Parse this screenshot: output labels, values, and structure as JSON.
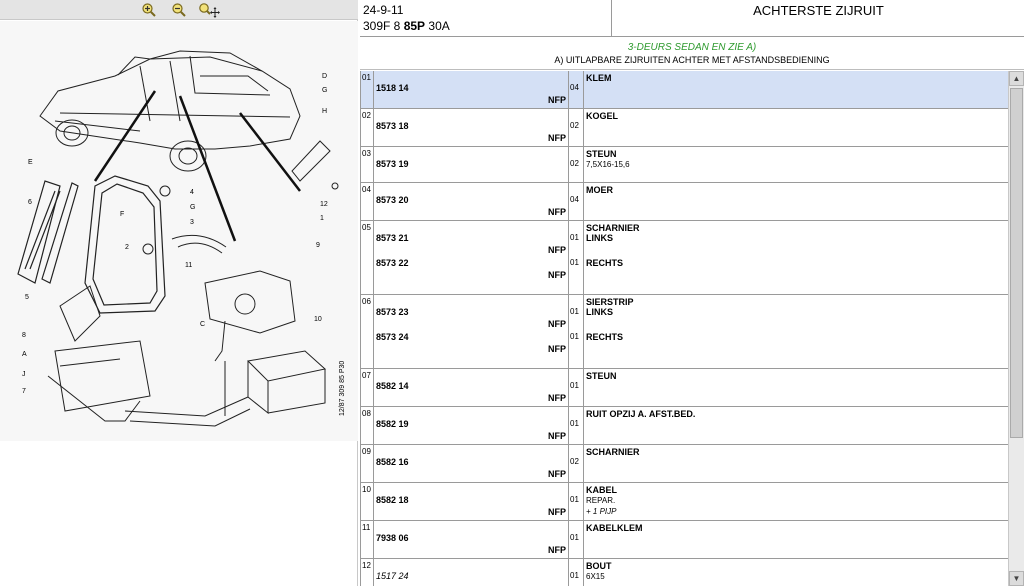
{
  "toolbar": {
    "zoom_in_icon": "zoom-in-icon",
    "zoom_out_icon": "zoom-out-icon",
    "zoom_pan_icon": "zoom-pan-icon"
  },
  "diagram": {
    "callouts": [
      "D",
      "G",
      "H",
      "E",
      "6",
      "F",
      "4",
      "G",
      "3",
      "2",
      "9",
      "11",
      "1",
      "12",
      "5",
      "C",
      "10",
      "8",
      "A",
      "J",
      "7"
    ],
    "stamp": "12/87 309 85 P30"
  },
  "header": {
    "date": "24-9-11",
    "code_prefix": "309F 8 ",
    "code_bold": "85P",
    "code_suffix": " 30A",
    "title": "ACHTERSTE ZIJRUIT"
  },
  "subtitle": {
    "group": "3-DEURS SEDAN EN ZIE A)",
    "description": "A) UITLAPBARE ZIJRUITEN ACHTER MET AFSTANDSBEDIENING"
  },
  "rows": [
    {
      "index": "01",
      "parts": [
        {
          "number": "1518 14",
          "nfp": "NFP",
          "qty": "04"
        }
      ],
      "desc_title": "KLEM",
      "desc_lines": []
    },
    {
      "index": "02",
      "parts": [
        {
          "number": "8573 18",
          "nfp": "NFP",
          "qty": "02"
        }
      ],
      "desc_title": "KOGEL",
      "desc_lines": []
    },
    {
      "index": "03",
      "parts": [
        {
          "number": "8573 19",
          "nfp": "",
          "qty": "02"
        }
      ],
      "desc_title": "STEUN",
      "desc_lines": [
        "7,5X16-15,6"
      ]
    },
    {
      "index": "04",
      "parts": [
        {
          "number": "8573 20",
          "nfp": "NFP",
          "qty": "04"
        }
      ],
      "desc_title": "MOER",
      "desc_lines": []
    },
    {
      "index": "05",
      "parts": [
        {
          "number": "8573 21",
          "nfp": "NFP",
          "qty": "01"
        },
        {
          "number": "8573 22",
          "nfp": "NFP",
          "qty": "01"
        }
      ],
      "desc_title": "SCHARNIER",
      "desc_lines": [
        "LINKS",
        "RECHTS"
      ]
    },
    {
      "index": "06",
      "parts": [
        {
          "number": "8573 23",
          "nfp": "NFP",
          "qty": "01"
        },
        {
          "number": "8573 24",
          "nfp": "NFP",
          "qty": "01"
        }
      ],
      "desc_title": "SIERSTRIP",
      "desc_lines": [
        "LINKS",
        "RECHTS"
      ]
    },
    {
      "index": "07",
      "parts": [
        {
          "number": "8582 14",
          "nfp": "NFP",
          "qty": "01"
        }
      ],
      "desc_title": "STEUN",
      "desc_lines": []
    },
    {
      "index": "08",
      "parts": [
        {
          "number": "8582 19",
          "nfp": "NFP",
          "qty": "01"
        }
      ],
      "desc_title": "RUIT OPZIJ A. AFST.BED.",
      "desc_lines": []
    },
    {
      "index": "09",
      "parts": [
        {
          "number": "8582 16",
          "nfp": "NFP",
          "qty": "02"
        }
      ],
      "desc_title": "SCHARNIER",
      "desc_lines": []
    },
    {
      "index": "10",
      "parts": [
        {
          "number": "8582 18",
          "nfp": "NFP",
          "qty": "01"
        }
      ],
      "desc_title": "KABEL",
      "desc_lines": [
        "REPAR.",
        "+ 1 PIJP"
      ]
    },
    {
      "index": "11",
      "parts": [
        {
          "number": "7938 06",
          "nfp": "NFP",
          "qty": "01"
        }
      ],
      "desc_title": "KABELKLEM",
      "desc_lines": []
    },
    {
      "index": "12",
      "parts": [
        {
          "number": "1517 24",
          "nfp": "",
          "qty": "01"
        }
      ],
      "desc_title": "BOUT",
      "desc_lines": [
        "6X15"
      ]
    }
  ],
  "scrollbar": {
    "up": "▲",
    "down": "▼"
  },
  "colors": {
    "selected_row": "#d4e0f5",
    "group_green": "#2e9a2e"
  }
}
